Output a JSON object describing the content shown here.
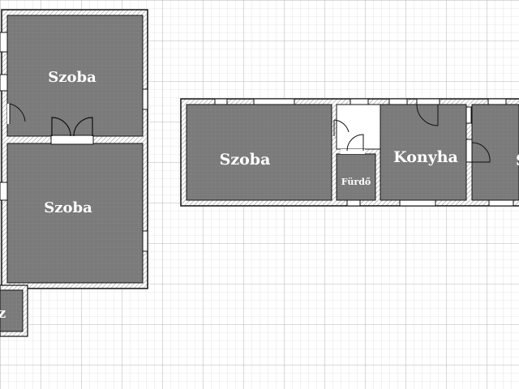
{
  "colors": {
    "background": "#ffffff",
    "grid_minor": "#d4d4d4",
    "grid_major": "#a6a6a6",
    "room_fill": "#7a7a7a",
    "room_grid": "#8c8c8c",
    "wall": "#111111",
    "wall_hatch": "#9a9a9a",
    "label": "#ffffff"
  },
  "rooms": {
    "left_top": "Szoba",
    "left_bottom": "Szoba",
    "center_left": "Szoba",
    "bathroom": "Fürdő",
    "kitchen": "Konyha",
    "right_partial": "S",
    "bottom_partial": "z"
  }
}
